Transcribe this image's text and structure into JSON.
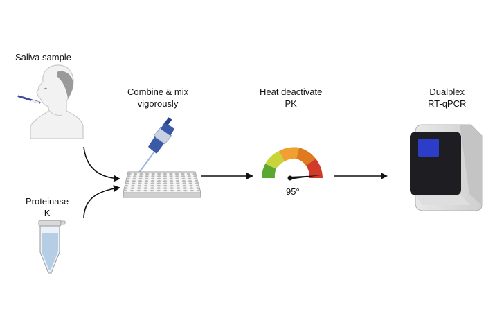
{
  "steps": {
    "saliva": "Saliva sample",
    "proteinase_line1": "Proteinase",
    "proteinase_line2": "K",
    "combine_line1": "Combine & mix",
    "combine_line2": "vigorously",
    "heat_line1": "Heat deactivate",
    "heat_line2": "PK",
    "temperature": "95°",
    "pcr_line1": "Dualplex",
    "pcr_line2": "RT-qPCR"
  },
  "icons": [
    "person-swab-icon",
    "tube-icon",
    "pipette-icon",
    "well-plate-icon",
    "gauge-icon",
    "qpcr-machine-icon"
  ],
  "colors": {
    "gauge_green": "#5aa832",
    "gauge_yellow": "#c8d43a",
    "gauge_orange": "#f0a030",
    "gauge_dark_orange": "#e07a20",
    "gauge_red": "#d23a2a",
    "pipette_blue": "#3a5aa8",
    "tube_fill": "#b6cde6",
    "screen_blue": "#2c3ec8"
  }
}
